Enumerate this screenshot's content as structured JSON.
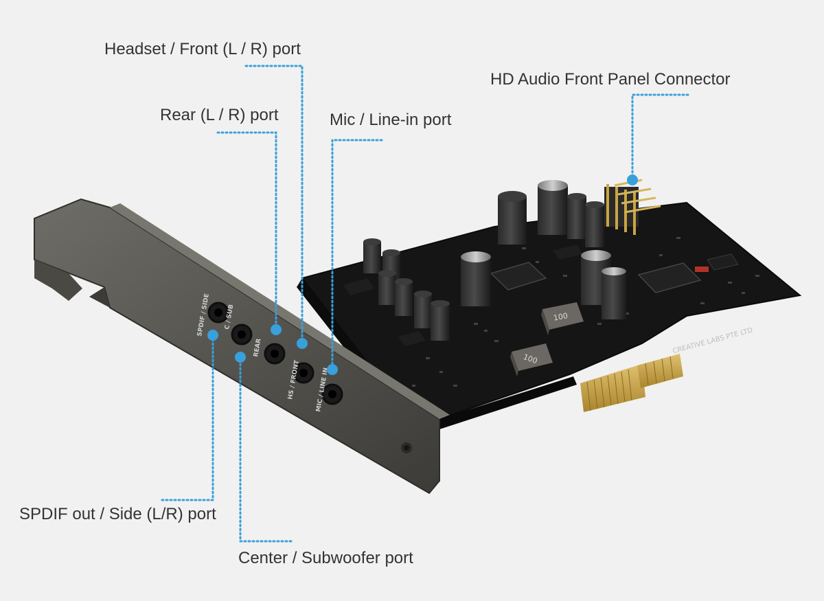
{
  "labels": {
    "headset_front": "Headset / Front (L / R) port",
    "rear": "Rear (L / R) port",
    "mic_line_in": "Mic / Line-in port",
    "hd_audio": "HD Audio Front Panel Connector",
    "spdif_side": "SPDIF out / Side (L/R) port",
    "center_sub": "Center / Subwoofer port"
  },
  "bracket_ports": {
    "spdif_side": "SPDIF / SIDE",
    "center_sub": "C / SUB",
    "rear": "REAR",
    "hs_front": "HS / FRONT",
    "mic_line_in": "MIC / LINE IN"
  },
  "board_markings": {
    "inductor_a": "100",
    "inductor_b": "100",
    "maker": "CREATIVE LABS PTE LTD"
  },
  "colors": {
    "background": "#f1f1f1",
    "label_text": "#333333",
    "leader": "#3aa0dc",
    "pcb": "#141414",
    "bracket": "#5b5a55",
    "gold": "#c9a544"
  }
}
